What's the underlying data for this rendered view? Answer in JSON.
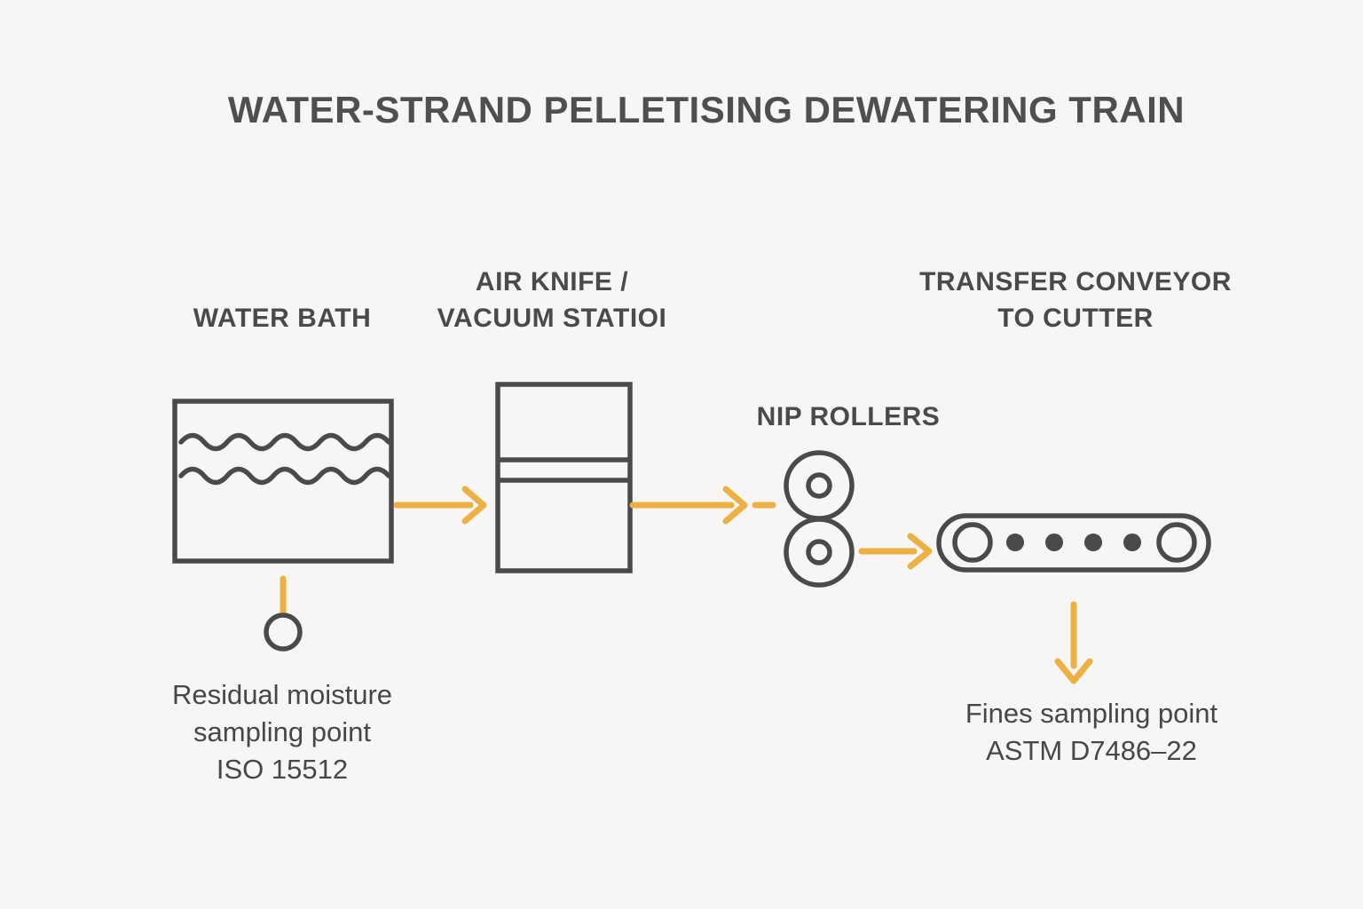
{
  "title": "WATER-STRAND PELLETISING DEWATERING TRAIN",
  "colors": {
    "background": "#f7f6f4",
    "line_dark": "#4a4a4a",
    "accent_amber": "#edb042",
    "text": "#474747"
  },
  "nodes": {
    "water_bath": {
      "label": "WATER BATH"
    },
    "air_knife": {
      "label_line1": "AIR KNIFE /",
      "label_line2": "VACUUM STATIOI"
    },
    "nip_rollers": {
      "label": "NIP ROLLERS"
    },
    "conveyor": {
      "label_line1": "TRANSFER CONVEYOR",
      "label_line2": "TO CUTTER"
    }
  },
  "annotations": {
    "residual_moisture": {
      "line1": "Residual moisture",
      "line2": "sampling point",
      "line3": "ISO 15512"
    },
    "fines": {
      "line1": "Fines sampling point",
      "line2": "ASTM D7486–22"
    }
  }
}
